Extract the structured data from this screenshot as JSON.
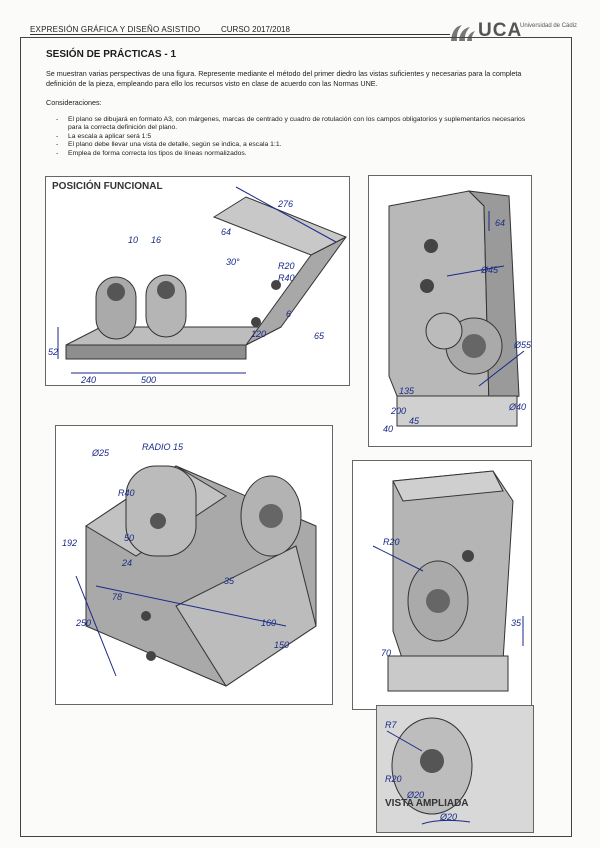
{
  "header": {
    "course": "EXPRESIÓN GRÁFICA Y DISEÑO ASISTIDO",
    "year": "CURSO 2017/2018",
    "logo_text": "UCA",
    "logo_sub": "Universidad de Cádiz"
  },
  "title": "SESIÓN DE PRÁCTICAS - 1",
  "intro": "Se muestran varias perspectivas de una figura. Represente mediante el método del primer diedro las vistas suficientes y necesarias para la completa definición de la pieza, empleando para ello los recursos visto en clase de acuerdo con las Normas UNE.",
  "considerations_label": "Consideraciones:",
  "considerations": [
    "El plano se dibujará en formato A3, con márgenes, marcas de centrado y cuadro de rotulación con los campos obligatorios y suplementarios necesarios para la correcta definición del plano.",
    "La escala a aplicar será 1:5",
    "El plano debe llevar una vista de detalle, según se indica, a escala 1:1.",
    "Emplea de forma correcta los tipos de líneas normalizados."
  ],
  "panels": {
    "functional_title": "POSICIÓN FUNCIONAL",
    "enlarged_title": "VISTA AMPLIADA"
  },
  "dims": {
    "p1": [
      "276",
      "64",
      "10",
      "16",
      "30°",
      "R20",
      "R40",
      "120",
      "6",
      "65",
      "52",
      "240",
      "500"
    ],
    "p2": [
      "64",
      "Ø45",
      "Ø55",
      "Ø40",
      "135",
      "200",
      "45",
      "40"
    ],
    "p3": [
      "Ø25",
      "RADIO 15",
      "R40",
      "50",
      "192",
      "78",
      "35",
      "24",
      "160",
      "150",
      "250"
    ],
    "p4": [
      "R20",
      "35",
      "70"
    ],
    "p5": [
      "R7",
      "R20",
      "Ø20"
    ]
  },
  "footer_mark": "Ø20"
}
